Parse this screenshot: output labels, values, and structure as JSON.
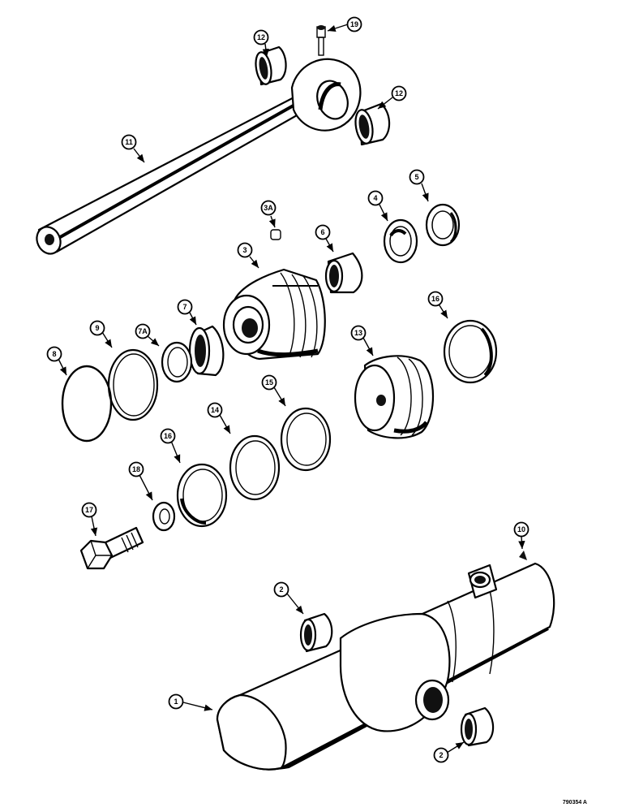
{
  "diagram": {
    "drawing_number": "790354 A",
    "callouts": [
      {
        "id": "c12a",
        "label": "12"
      },
      {
        "id": "c19",
        "label": "19"
      },
      {
        "id": "c12b",
        "label": "12"
      },
      {
        "id": "c11",
        "label": "11"
      },
      {
        "id": "c3a",
        "label": "3A"
      },
      {
        "id": "c5",
        "label": "5"
      },
      {
        "id": "c4",
        "label": "4"
      },
      {
        "id": "c6",
        "label": "6"
      },
      {
        "id": "c3",
        "label": "3"
      },
      {
        "id": "c7",
        "label": "7"
      },
      {
        "id": "c16a",
        "label": "16"
      },
      {
        "id": "c7a",
        "label": "7A"
      },
      {
        "id": "c9",
        "label": "9"
      },
      {
        "id": "c8",
        "label": "8"
      },
      {
        "id": "c13",
        "label": "13"
      },
      {
        "id": "c15",
        "label": "15"
      },
      {
        "id": "c14",
        "label": "14"
      },
      {
        "id": "c16b",
        "label": "16"
      },
      {
        "id": "c18",
        "label": "18"
      },
      {
        "id": "c17",
        "label": "17"
      },
      {
        "id": "c10",
        "label": "10"
      },
      {
        "id": "c2a",
        "label": "2"
      },
      {
        "id": "c1",
        "label": "1"
      },
      {
        "id": "c2b",
        "label": "2"
      }
    ]
  }
}
